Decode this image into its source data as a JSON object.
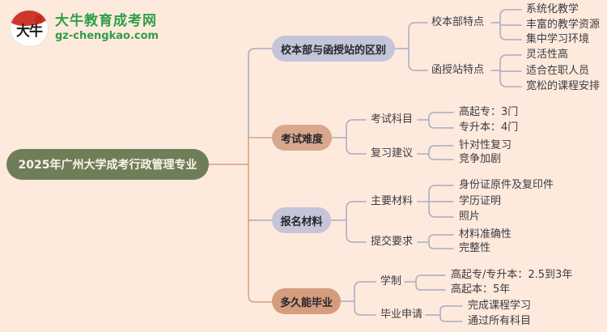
{
  "logo": {
    "icon_text": "大牛",
    "site_name": "大牛教育成考网",
    "site_url": "gz-chengkao.com"
  },
  "root": {
    "label": "2025年广州大学成考行政管理专业"
  },
  "branches": [
    {
      "label": "校本部与函授站的区别",
      "children": [
        {
          "label": "校本部特点",
          "leaves": [
            "系统化教学",
            "丰富的教学资源",
            "集中学习环境"
          ]
        },
        {
          "label": "函授站特点",
          "leaves": [
            "灵活性高",
            "适合在职人员",
            "宽松的课程安排"
          ]
        }
      ]
    },
    {
      "label": "考试难度",
      "children": [
        {
          "label": "考试科目",
          "leaves": [
            "高起专：3门",
            "专升本：4门"
          ]
        },
        {
          "label": "复习建议",
          "leaves": [
            "针对性复习",
            "竞争加剧"
          ]
        }
      ]
    },
    {
      "label": "报名材料",
      "children": [
        {
          "label": "主要材料",
          "leaves": [
            "身份证原件及复印件",
            "学历证明",
            "照片"
          ]
        },
        {
          "label": "提交要求",
          "leaves": [
            "材料准确性",
            "完整性"
          ]
        }
      ]
    },
    {
      "label": "多久能毕业",
      "children": [
        {
          "label": "学制",
          "leaves": [
            "高起专/专升本：2.5到3年",
            "高起本：5年"
          ]
        },
        {
          "label": "毕业申请",
          "leaves": [
            "完成课程学习",
            "通过所有科目"
          ]
        }
      ]
    }
  ],
  "colors": {
    "background": "#fdeadc",
    "root_bg": "#6f7e59",
    "branch_purple": "#c4c5d8",
    "branch_salmon": "#d9a78b",
    "branch_salmon_dark": "#d59c7e",
    "line_salmon": "#d7a183",
    "line_lavender": "#a8aac5",
    "brand_green": "#2f9e49",
    "brand_red": "#d0372b"
  }
}
